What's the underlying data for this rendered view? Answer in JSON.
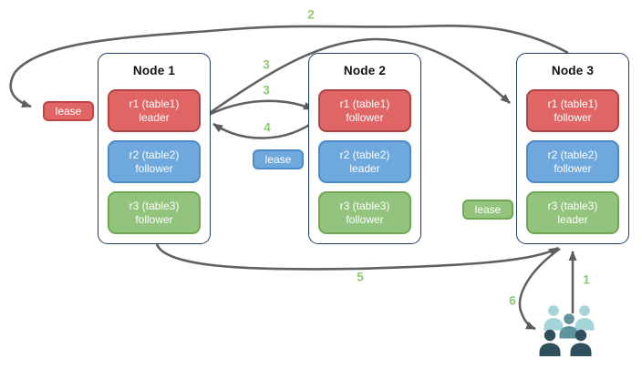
{
  "diagram_type": "replication-lease-diagram",
  "nodes": [
    {
      "title": "Node 1",
      "replicas": [
        {
          "name": "r1 (table1)",
          "role": "leader",
          "color": "red"
        },
        {
          "name": "r2 (table2)",
          "role": "follower",
          "color": "blue"
        },
        {
          "name": "r3 (table3)",
          "role": "follower",
          "color": "green"
        }
      ]
    },
    {
      "title": "Node 2",
      "replicas": [
        {
          "name": "r1 (table1)",
          "role": "follower",
          "color": "red"
        },
        {
          "name": "r2 (table2)",
          "role": "leader",
          "color": "blue"
        },
        {
          "name": "r3 (table3)",
          "role": "follower",
          "color": "green"
        }
      ]
    },
    {
      "title": "Node 3",
      "replicas": [
        {
          "name": "r1 (table1)",
          "role": "follower",
          "color": "red"
        },
        {
          "name": "r2 (table2)",
          "role": "follower",
          "color": "blue"
        },
        {
          "name": "r3 (table3)",
          "role": "leader",
          "color": "green"
        }
      ]
    }
  ],
  "leases": [
    {
      "label": "lease",
      "color": "red"
    },
    {
      "label": "lease",
      "color": "blue"
    },
    {
      "label": "lease",
      "color": "green"
    }
  ],
  "step_labels": [
    "2",
    "3",
    "3",
    "4",
    "5",
    "6",
    "1"
  ],
  "icons": {
    "users_icon": "group of five user silhouettes"
  },
  "colors": {
    "replica_red": "#e06666",
    "replica_blue": "#6fa8dc",
    "replica_green": "#93c47d",
    "red_border": "#b04343",
    "blue_border": "#4d8bc9",
    "green_border": "#6fa851",
    "node_border": "#1f3c61",
    "arrow_gray": "#616161",
    "step_label_green": "#8ec973",
    "people_light_teal": "#a5d5d8",
    "people_medium_teal": "#5f949c",
    "people_dark_slate": "#2f4f5e"
  }
}
